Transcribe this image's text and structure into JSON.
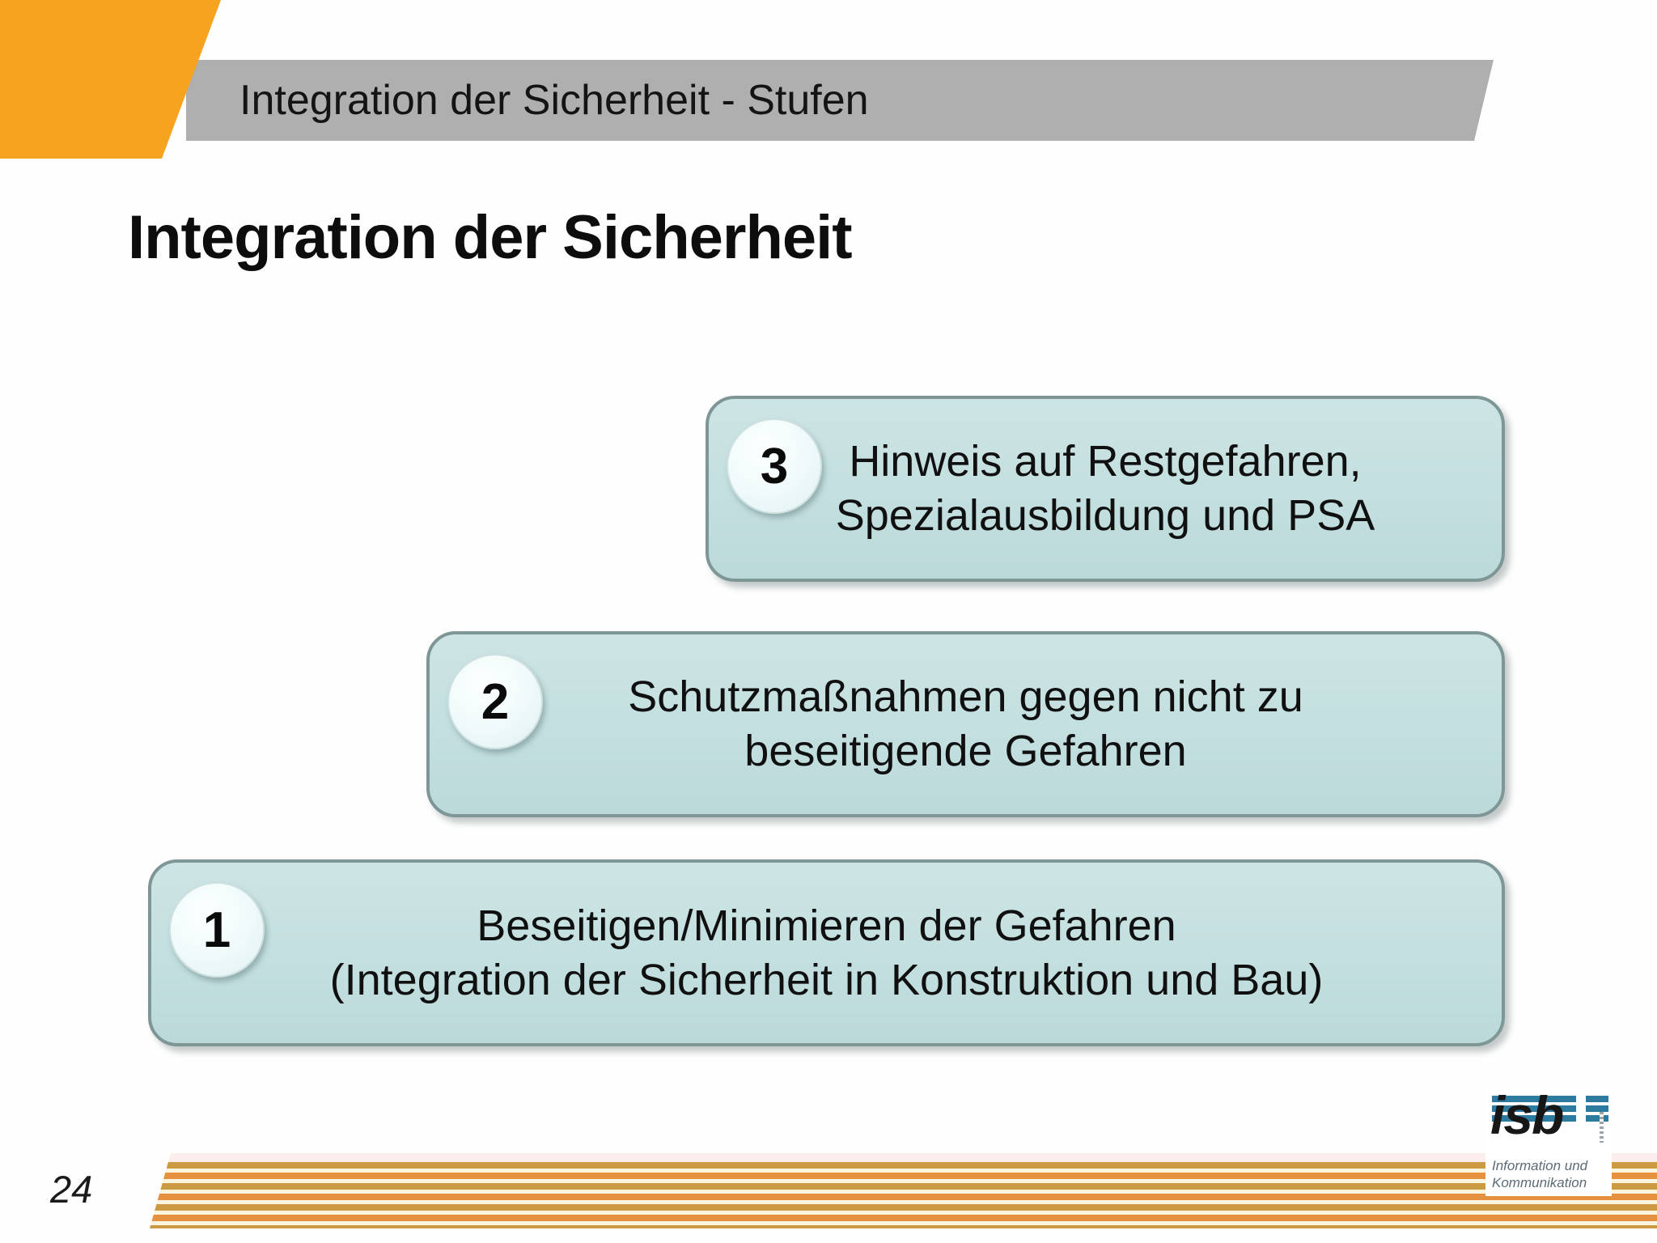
{
  "slide": {
    "banner_title": "Integration der Sicherheit - Stufen",
    "title": "Integration der Sicherheit",
    "page_number": "24"
  },
  "steps": [
    {
      "number": "3",
      "line1": "Hinweis auf Restgefahren,",
      "line2": "Spezialausbildung und PSA"
    },
    {
      "number": "2",
      "line1": "Schutzmaßnahmen gegen nicht zu",
      "line2": "beseitigende Gefahren"
    },
    {
      "number": "1",
      "line1": "Beseitigen/Minimieren der Gefahren",
      "line2": "(Integration der Sicherheit in Konstruktion und Bau)"
    }
  ],
  "logo": {
    "name": "isb",
    "subtitle_line1": "Information und",
    "subtitle_line2": "Kommunikation"
  },
  "colors": {
    "accent_orange": "#F6A31F",
    "banner_gray": "#AFAFAF",
    "box_fill": "#C3DFDF",
    "box_border": "#7F9697",
    "circle_fill": "#F2FBFB",
    "stripe_mustard": "#CB9A43",
    "stripe_orange": "#E59140",
    "stripe_pink": "#FCEEED",
    "logo_blue": "#2E7BA2",
    "text_black": "#101010"
  }
}
